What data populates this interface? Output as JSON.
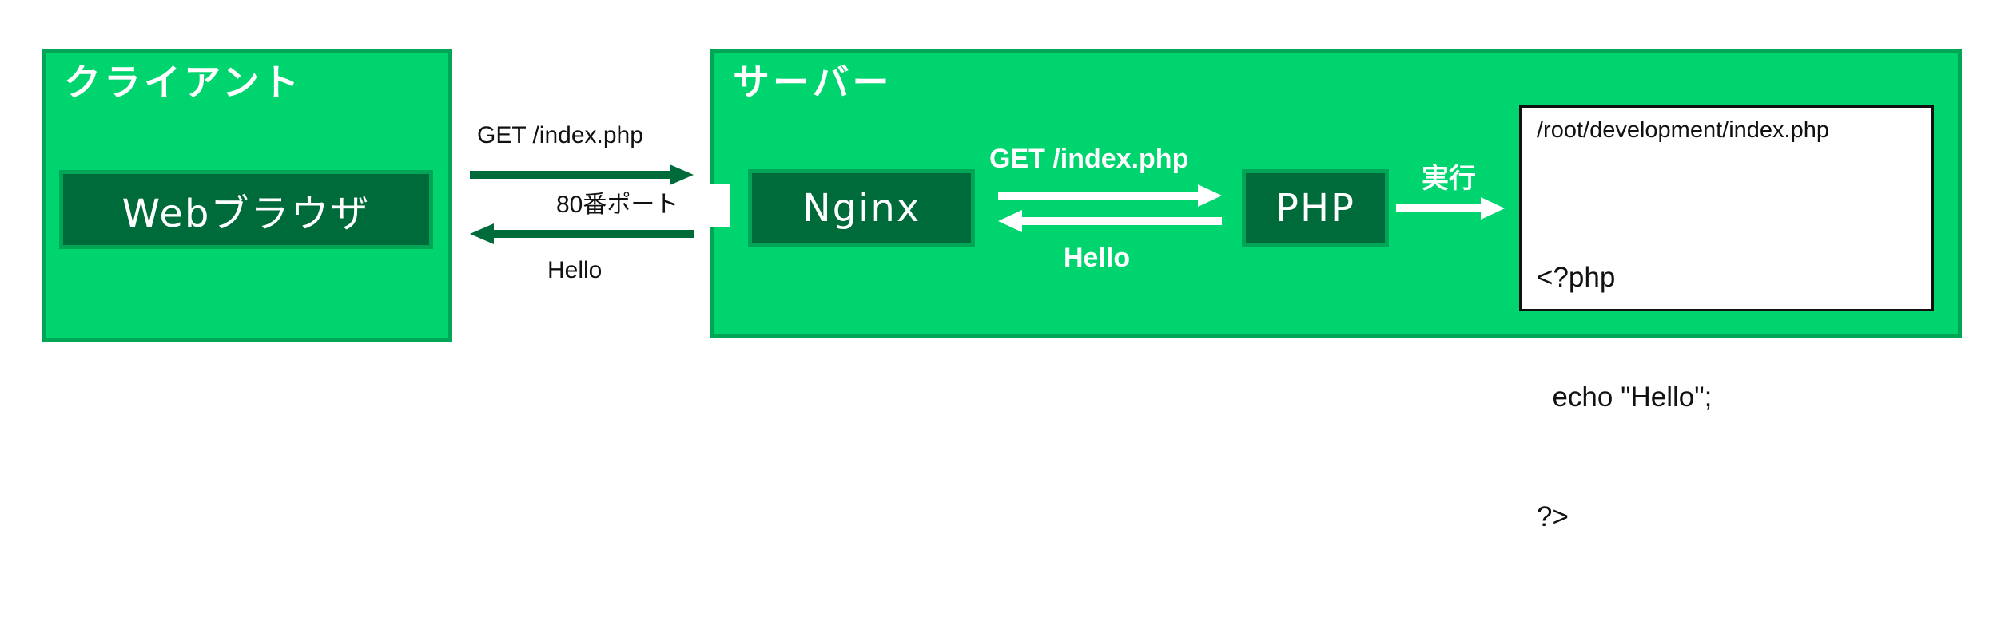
{
  "colors": {
    "region_fill": "#00d46f",
    "region_border": "#00a655",
    "node_fill": "#006b3a",
    "arrow_external": "#006b3a",
    "arrow_internal": "#ffffff",
    "text_dark": "#111111",
    "text_light": "#ffffff"
  },
  "client": {
    "title": "クライアント",
    "node": {
      "label": "Webブラウザ"
    }
  },
  "network": {
    "request_label": "GET /index.php",
    "port_label": "80番ポート",
    "response_label": "Hello"
  },
  "server": {
    "title": "サーバー",
    "nginx": {
      "label": "Nginx"
    },
    "php": {
      "label": "PHP"
    },
    "internal_request_label": "GET /index.php",
    "internal_response_label": "Hello",
    "execute_label": "実行",
    "file": {
      "path": "/root/development/index.php",
      "code_lines": [
        "<?php",
        "  echo \"Hello\";",
        "?>"
      ]
    }
  }
}
